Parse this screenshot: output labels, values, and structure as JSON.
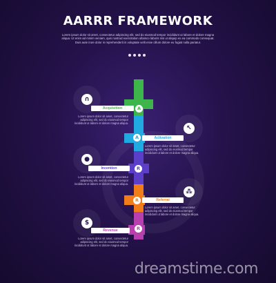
{
  "header": {
    "title": "AARRR FRAMEWORK",
    "subtitle": "Lorem ipsum dolor sit amet, consectetur adipiscing elit, sed do eiusmod tempor incididunt ut labore et dolore magna aliqua. Ut enim ad minim veniam, quis nostrud exercitation ullamco laboris nisi ut aliquip ex ea commodo consequat. Duis aute irure dolor in reprehenderit in voluptate velit esse cillum dolore eu fugiat nulla pariatur."
  },
  "steps": [
    {
      "label": "Acquisition",
      "letter": "A",
      "icon": "magnet-icon",
      "color": "#3db54a",
      "text": "Lorem ipsum dolor sit amet, consectetur adipiscing elit, sed do eiusmod tempor incididunt ut labore et dolore magna aliqua."
    },
    {
      "label": "Activation",
      "letter": "A",
      "icon": "cursor-click-icon",
      "color": "#21a9e1",
      "text": "Lorem ipsum dolor sit amet, consectetur adipiscing elit, sed do eiusmod tempor incididunt ut labore et dolore magna aliqua."
    },
    {
      "label": "Incention",
      "letter": "R",
      "icon": "user-card-icon",
      "color": "#5b3fc8",
      "text": "Lorem ipsum dolor sit amet, consectetur adipiscing elit, sed do eiusmod tempor incididunt ut labore et dolore magna aliqua."
    },
    {
      "label": "Referral",
      "letter": "R",
      "icon": "network-people-icon",
      "color": "#f07d1a",
      "text": "Lorem ipsum dolor sit amet, consectetur adipiscing elit, sed do eiusmod tempor incididunt ut labore et dolore magna aliqua."
    },
    {
      "label": "Revenue",
      "letter": "R",
      "icon": "dollar-coin-icon",
      "color": "#b83fae",
      "text": "Lorem ipsum dolor sit amet, consectetur adipiscing elit, sed do eiusmod tempor incididunt ut labore et dolore magna aliqua."
    }
  ],
  "watermark": "dreamstime.com"
}
